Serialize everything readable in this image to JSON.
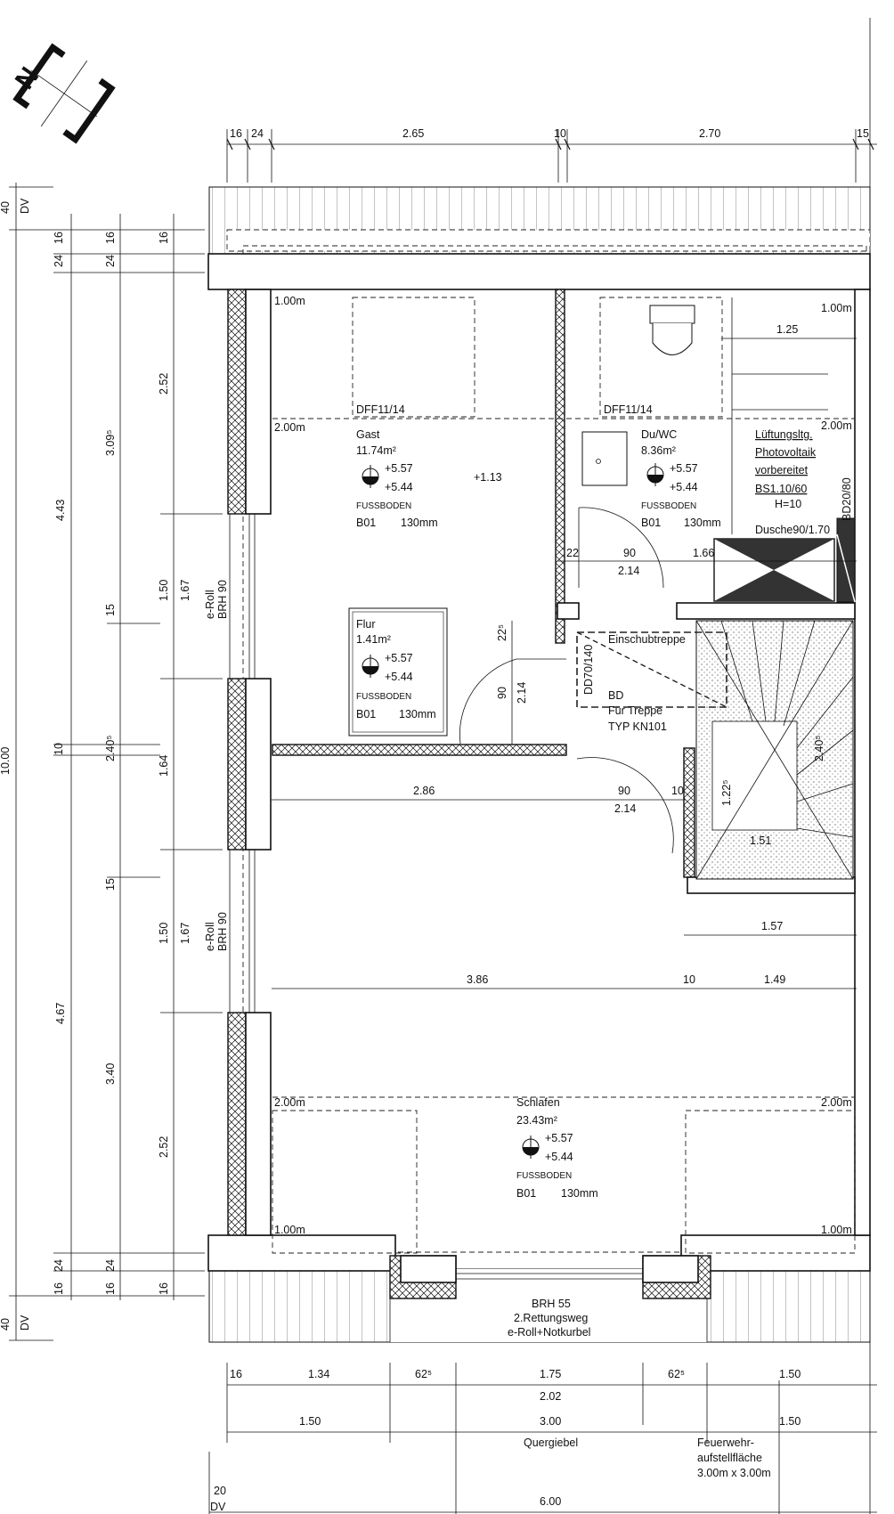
{
  "north": "N",
  "dims_top": {
    "d16": "16",
    "d24": "24",
    "d265": "2.65",
    "d10": "10",
    "d270": "2.70",
    "d15": "15"
  },
  "dims_left": {
    "dv_top": "40",
    "dv_top_lbl": "DV",
    "a16": "16",
    "a24": "24",
    "b16": "16",
    "b24": "24",
    "c16": "16",
    "d443": "4.43",
    "d309": "3.09⁵",
    "d252a": "2.52",
    "d150a": "1.50",
    "d167a": "1.67",
    "d15a": "15",
    "d100": "10.00",
    "d10": "10",
    "d240": "2.40⁵",
    "d164": "1.64",
    "d15b": "15",
    "d150b": "1.50",
    "d167b": "1.67",
    "d467": "4.67",
    "d340": "3.40",
    "d252b": "2.52",
    "e24": "24",
    "e16": "16",
    "f24": "24",
    "f16": "16",
    "g16": "16",
    "dv_bot": "40",
    "dv_bot_lbl": "DV",
    "eroll1a": "e-Roll",
    "eroll1b": "BRH 90",
    "eroll2a": "e-Roll",
    "eroll2b": "BRH 90"
  },
  "rooms": {
    "gast": {
      "name": "Gast",
      "area": "11.74m²",
      "lvl_top": "+5.57",
      "lvl_bot": "+5.44",
      "floor_lbl": "FUSSBODEN",
      "floor_code": "B01",
      "floor_mm": "130mm"
    },
    "du": {
      "name": "Du/WC",
      "area": "8.36m²",
      "lvl_top": "+5.57",
      "lvl_bot": "+5.44",
      "floor_lbl": "FUSSBODEN",
      "floor_code": "B01",
      "floor_mm": "130mm"
    },
    "flur": {
      "name": "Flur",
      "area": "1.41m²",
      "lvl_top": "+5.57",
      "lvl_bot": "+5.44",
      "floor_lbl": "FUSSBODEN",
      "floor_code": "B01",
      "floor_mm": "130mm"
    },
    "schlafen": {
      "name": "Schlafen",
      "area": "23.43m²",
      "lvl_top": "+5.57",
      "lvl_bot": "+5.44",
      "floor_lbl": "FUSSBODEN",
      "floor_code": "B01",
      "floor_mm": "130mm"
    }
  },
  "annotations": {
    "h100a": "1.00m",
    "h200a": "2.00m",
    "dff1": "DFF11/14",
    "dff2": "DFF11/14",
    "h100b": "1.00m",
    "h200b": "2.00m",
    "plus113": "+1.13",
    "d125": "1.25",
    "luft1": "Lüftungsltg.",
    "luft2": "Photovoltaik",
    "luft3": "vorbereitet",
    "bs": "BS1.10/60",
    "h10": "H=10",
    "bd2080": "BD20/80",
    "dusche": "Dusche90/1.70",
    "d22a": "22",
    "d90a": "90",
    "d166": "1.66",
    "d214a": "2.14",
    "d22b": "22⁵",
    "d90b": "90",
    "d214b": "2.14",
    "einschub": "Einschubtreppe",
    "dd": "DD70/140",
    "bd": "BD",
    "fuer": "Für Treppe",
    "typ": "TYP KN101",
    "d240st": "2.40⁵",
    "d122": "1.22⁵",
    "d151": "1.51",
    "d286": "2.86",
    "d90c": "90",
    "d214c": "2.14",
    "d10a": "10",
    "d157": "1.57",
    "d386": "3.86",
    "d10b": "10",
    "d149": "1.49",
    "h200c": "2.00m",
    "h200d": "2.00m",
    "h100c": "1.00m",
    "h100d": "1.00m",
    "brh55": "BRH 55",
    "rett": "2.Rettungsweg",
    "noti": "e-Roll+Notkurbel"
  },
  "dims_bottom": {
    "b16": "16",
    "b134": "1.34",
    "b625a": "62⁵",
    "b175": "1.75",
    "b625b": "62⁵",
    "b150a": "1.50",
    "b202": "2.02",
    "c150": "1.50",
    "c300": "3.00",
    "c150b": "1.50",
    "quer": "Quergiebel",
    "feuer1": "Feuerwehr-",
    "feuer2": "aufstellfläche",
    "feuer3": "3.00m x 3.00m",
    "d20": "20",
    "dv": "DV",
    "d600": "6.00"
  }
}
